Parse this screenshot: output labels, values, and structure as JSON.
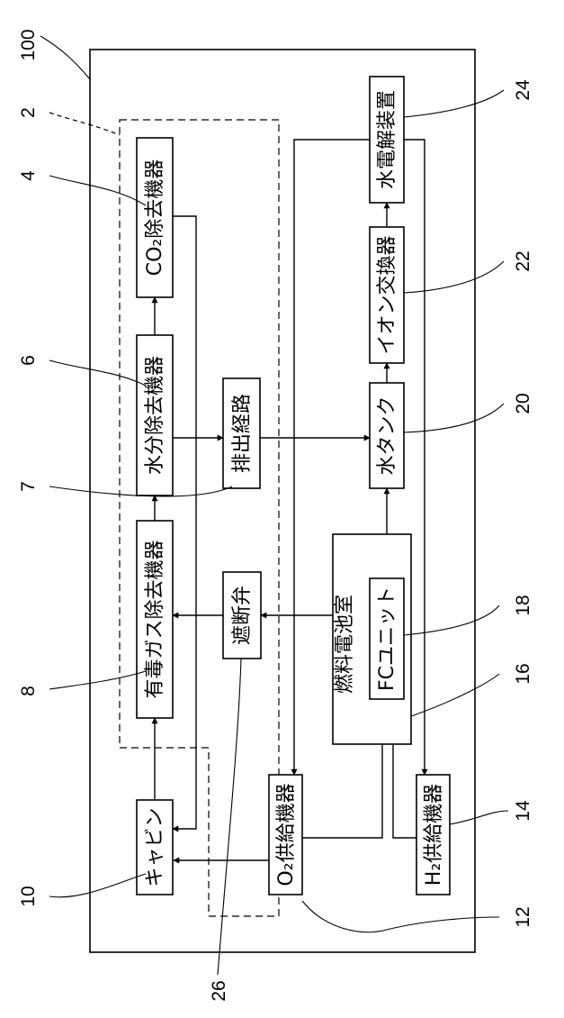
{
  "blocks": {
    "co2": {
      "text": "CO₂除去機器"
    },
    "moisture": {
      "text": "水分除去機器"
    },
    "toxic": {
      "text": "有毒ガス除去機器"
    },
    "cabin": {
      "text": "キャビン"
    },
    "exhaust": {
      "text": "排出経路"
    },
    "shutoff": {
      "text": "遮断弁"
    },
    "o2": {
      "text": "O₂供給機器"
    },
    "fcroom": {
      "text": "燃料電池室"
    },
    "fcunit": {
      "text": "FCユニット"
    },
    "tank": {
      "text": "水タンク"
    },
    "ion": {
      "text": "イオン交換器"
    },
    "elec": {
      "text": "水電解装置"
    },
    "h2": {
      "text": "H₂供給機器"
    }
  },
  "refs": {
    "r100": "100",
    "r2": "2",
    "r4": "4",
    "r6": "6",
    "r7": "7",
    "r8": "8",
    "r10": "10",
    "r12": "12",
    "r14": "14",
    "r16": "16",
    "r18": "18",
    "r20": "20",
    "r22": "22",
    "r24": "24",
    "r26": "26"
  }
}
